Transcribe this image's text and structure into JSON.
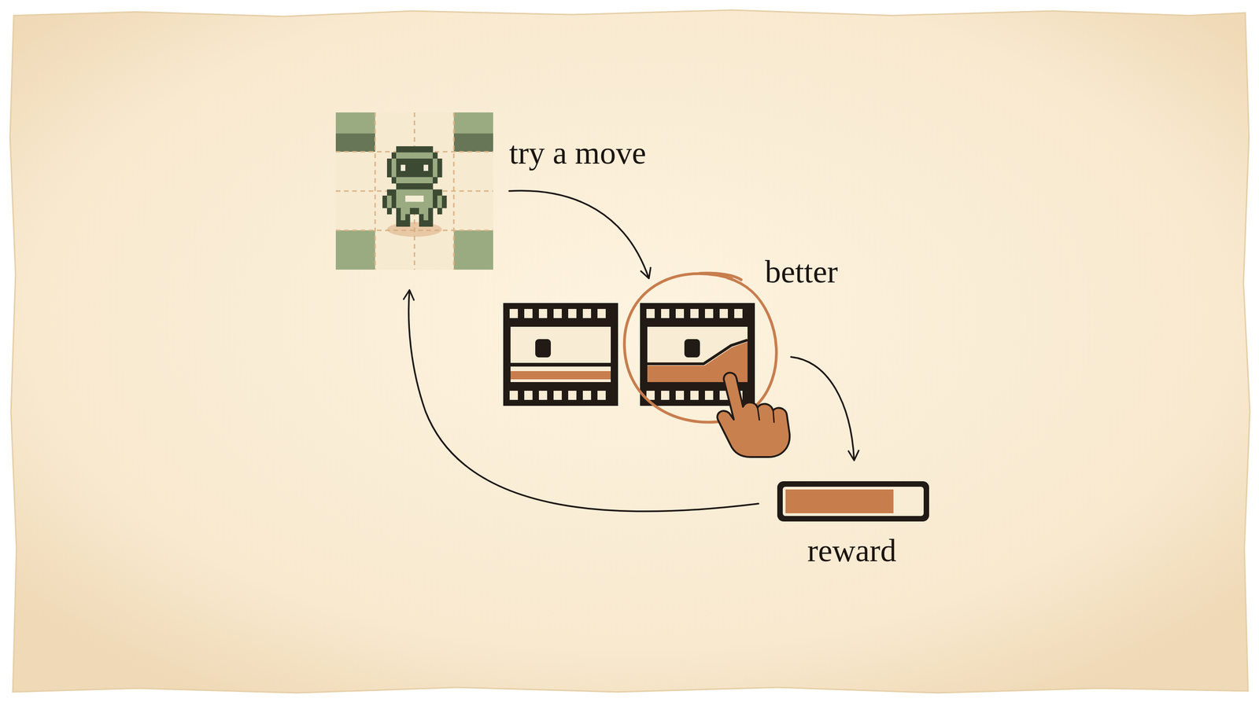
{
  "diagram": {
    "labels": [
      "try a move",
      "better",
      "reward"
    ]
  }
}
